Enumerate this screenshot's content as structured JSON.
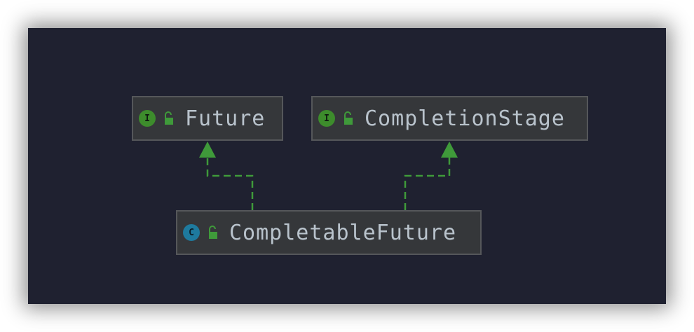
{
  "diagram": {
    "nodes": [
      {
        "id": "future",
        "label": "Future",
        "kind": "interface",
        "badge": "I",
        "visibility_icon": "unlocked-padlock-icon"
      },
      {
        "id": "completionstage",
        "label": "CompletionStage",
        "kind": "interface",
        "badge": "I",
        "visibility_icon": "unlocked-padlock-icon"
      },
      {
        "id": "completablefuture",
        "label": "CompletableFuture",
        "kind": "class",
        "badge": "C",
        "visibility_icon": "unlocked-padlock-icon"
      }
    ],
    "edges": [
      {
        "from": "completablefuture",
        "to": "future",
        "type": "implements",
        "style": "dashed"
      },
      {
        "from": "completablefuture",
        "to": "completionstage",
        "type": "implements",
        "style": "dashed"
      }
    ],
    "colors": {
      "background": "#1f2130",
      "node_fill": "#35373a",
      "node_border": "#55575a",
      "interface_badge": "#3d8c2c",
      "class_badge": "#1e7a9e",
      "edge": "#3f9a3a",
      "text": "#b9c3cc"
    }
  }
}
